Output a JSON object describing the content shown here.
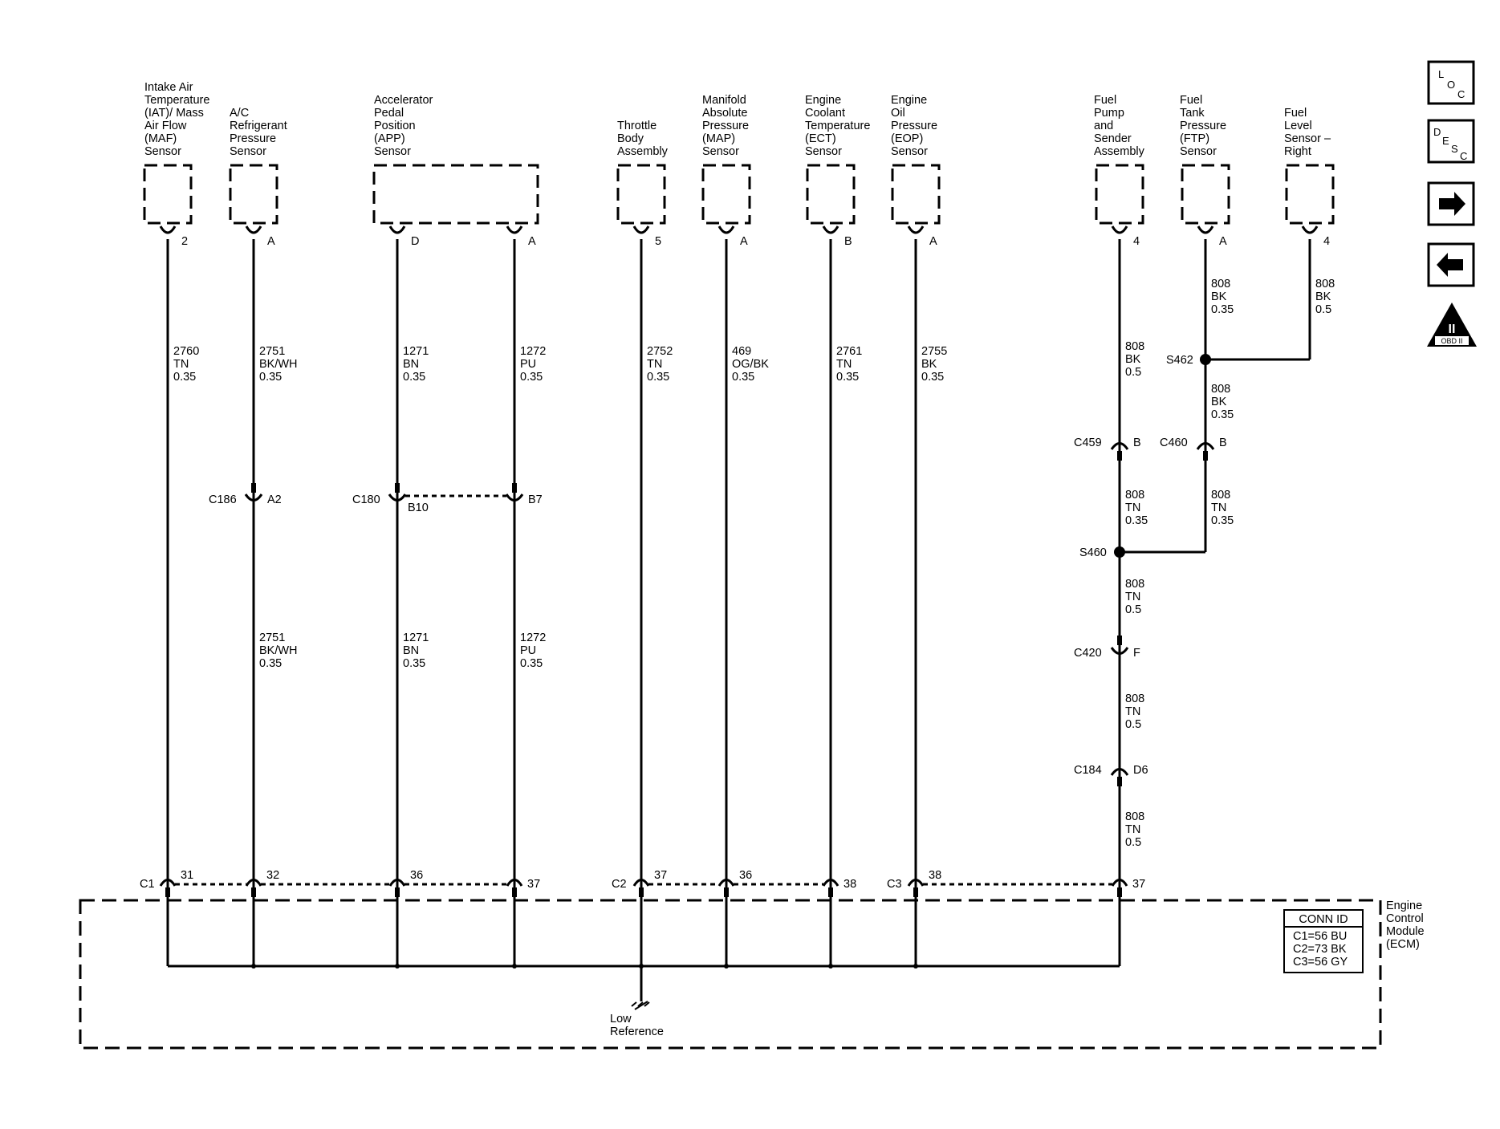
{
  "sensors": [
    {
      "id": "iat-maf",
      "label": [
        "Intake Air",
        "Temperature",
        "(IAT)/ Mass",
        "Air Flow",
        "(MAF)",
        "Sensor"
      ],
      "pin": "2"
    },
    {
      "id": "ac-refrigerant",
      "label": [
        "A/C",
        "Refrigerant",
        "Pressure",
        "Sensor"
      ],
      "pin": "A"
    },
    {
      "id": "app",
      "label": [
        "Accelerator",
        "Pedal",
        "Position",
        "(APP)",
        "Sensor"
      ],
      "pins": [
        "D",
        "A"
      ]
    },
    {
      "id": "throttle-body",
      "label": [
        "Throttle",
        "Body",
        "Assembly"
      ],
      "pin": "5"
    },
    {
      "id": "map",
      "label": [
        "Manifold",
        "Absolute",
        "Pressure",
        "(MAP)",
        "Sensor"
      ],
      "pin": "A"
    },
    {
      "id": "ect",
      "label": [
        "Engine",
        "Coolant",
        "Temperature",
        "(ECT)",
        "Sensor"
      ],
      "pin": "B"
    },
    {
      "id": "eop",
      "label": [
        "Engine",
        "Oil",
        "Pressure",
        "(EOP)",
        "Sensor"
      ],
      "pin": "A"
    },
    {
      "id": "fuel-pump",
      "label": [
        "Fuel",
        "Pump",
        "and",
        "Sender",
        "Assembly"
      ],
      "pin": "4"
    },
    {
      "id": "ftp",
      "label": [
        "Fuel",
        "Tank",
        "Pressure",
        "(FTP)",
        "Sensor"
      ],
      "pin": "A"
    },
    {
      "id": "fuel-level",
      "label": [
        "Fuel",
        "Level",
        "Sensor –",
        "Right"
      ],
      "pin": "4"
    }
  ],
  "wires": [
    {
      "circuit": [
        "2760",
        "TN",
        "0.35"
      ]
    },
    {
      "circuit": [
        "2751",
        "BK/WH",
        "0.35"
      ]
    },
    {
      "circuit": [
        "1271",
        "BN",
        "0.35"
      ]
    },
    {
      "circuit": [
        "1272",
        "PU",
        "0.35"
      ]
    },
    {
      "circuit": [
        "2752",
        "TN",
        "0.35"
      ]
    },
    {
      "circuit": [
        "469",
        "OG/BK",
        "0.35"
      ]
    },
    {
      "circuit": [
        "2761",
        "TN",
        "0.35"
      ]
    },
    {
      "circuit": [
        "2755",
        "BK",
        "0.35"
      ]
    },
    {
      "circuit": [
        "2751",
        "BK/WH",
        "0.35"
      ]
    },
    {
      "circuit": [
        "1271",
        "BN",
        "0.35"
      ]
    },
    {
      "circuit": [
        "1272",
        "PU",
        "0.35"
      ]
    },
    {
      "circuit": [
        "808",
        "BK",
        "0.5"
      ]
    },
    {
      "circuit": [
        "808",
        "BK",
        "0.35"
      ]
    },
    {
      "circuit": [
        "808",
        "BK",
        "0.5"
      ]
    },
    {
      "circuit": [
        "808",
        "BK",
        "0.35"
      ]
    },
    {
      "circuit": [
        "808",
        "TN",
        "0.35"
      ]
    },
    {
      "circuit": [
        "808",
        "TN",
        "0.35"
      ]
    },
    {
      "circuit": [
        "808",
        "TN",
        "0.5"
      ]
    },
    {
      "circuit": [
        "808",
        "TN",
        "0.5"
      ]
    },
    {
      "circuit": [
        "808",
        "TN",
        "0.5"
      ]
    }
  ],
  "inline_connectors": {
    "c186": {
      "name": "C186",
      "pin": "A2"
    },
    "c180": {
      "name": "C180",
      "pin_a": "B10",
      "pin_b": "B7"
    },
    "c459": {
      "name": "C459",
      "pin": "B"
    },
    "c460": {
      "name": "C460",
      "pin": "B"
    },
    "c420": {
      "name": "C420",
      "pin": "F"
    },
    "c184": {
      "name": "C184",
      "pin": "D6"
    }
  },
  "splices": {
    "s462": "S462",
    "s460": "S460"
  },
  "ecm": {
    "label": [
      "Engine",
      "Control",
      "Module",
      "(ECM)"
    ],
    "connectors": {
      "c1": "C1",
      "c2": "C2",
      "c3": "C3"
    },
    "pins": [
      "31",
      "32",
      "36",
      "37",
      "37",
      "36",
      "38",
      "38",
      "37"
    ],
    "low_reference": [
      "Low",
      "Reference"
    ],
    "conn_id": {
      "title": "CONN ID",
      "rows": [
        "C1=56 BU",
        "C2=73 BK",
        "C3=56 GY"
      ]
    }
  },
  "nav": {
    "loc": {
      "big": "L",
      "small": "O",
      "small2": "C"
    },
    "desc": {
      "big": "D",
      "small": "E",
      "small2": "S",
      "small3": "C"
    },
    "obd": {
      "numeral": "II",
      "caption": "OBD II"
    },
    "icons": [
      "loc-icon",
      "desc-icon",
      "arrow-right-icon",
      "arrow-left-icon",
      "obd-ii-icon"
    ]
  }
}
